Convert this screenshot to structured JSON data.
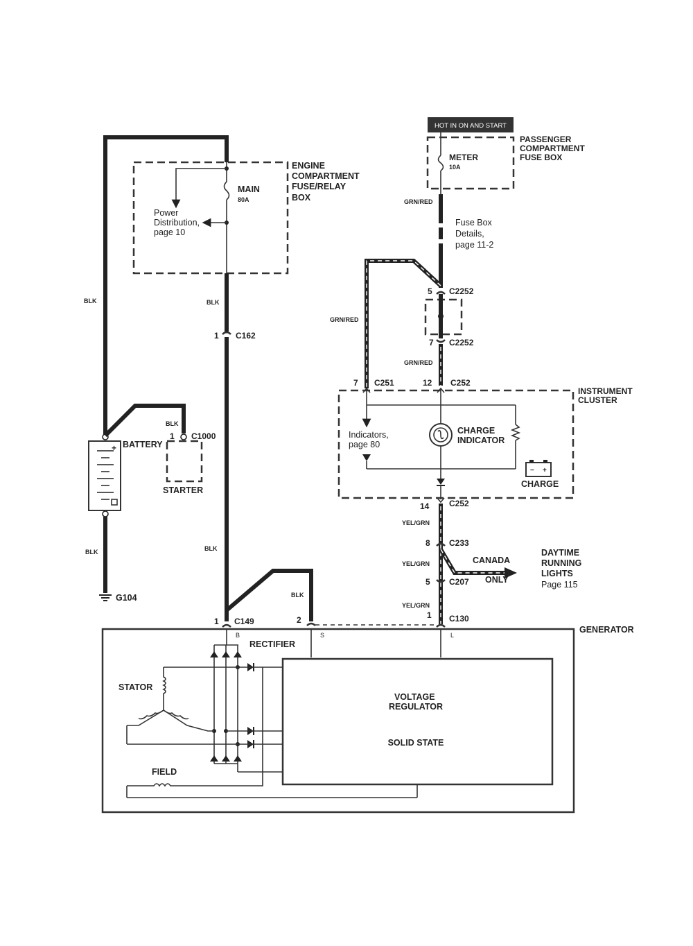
{
  "header": {
    "hot_label": "HOT IN ON AND START"
  },
  "fuse_boxes": {
    "passenger": {
      "line1": "PASSENGER",
      "line2": "COMPARTMENT",
      "line3": "FUSE BOX",
      "fuse_name": "METER",
      "fuse_rating": "10A"
    },
    "engine": {
      "line1": "ENGINE",
      "line2": "COMPARTMENT",
      "line3": "FUSE/RELAY",
      "line4": "BOX",
      "fuse_name": "MAIN",
      "fuse_rating": "80A"
    }
  },
  "notes": {
    "power_dist": [
      "Power",
      "Distribution,",
      "page 10"
    ],
    "fuse_details": [
      "Fuse Box",
      "Details,",
      "page 11-2"
    ],
    "indicators": [
      "Indicators,",
      "page 80"
    ]
  },
  "wires": {
    "blk": "BLK",
    "grn_red": "GRN/RED",
    "yel_grn": "YEL/GRN"
  },
  "connectors": {
    "c162": {
      "pin": "1",
      "name": "C162"
    },
    "c1000": {
      "pin": "1",
      "name": "C1000"
    },
    "c2252_top": {
      "pin": "5",
      "name": "C2252"
    },
    "c2252_bottom": {
      "pin": "7",
      "name": "C2252"
    },
    "c251": {
      "pin": "7",
      "name": "C251"
    },
    "c252_top": {
      "pin": "12",
      "name": "C252"
    },
    "c252_bottom": {
      "pin": "14",
      "name": "C252"
    },
    "c233": {
      "pin": "8",
      "name": "C233"
    },
    "c207": {
      "pin": "5",
      "name": "C207"
    },
    "c149": {
      "pin": "1",
      "name": "C149"
    },
    "gen_s": {
      "pin": "2"
    },
    "c130": {
      "pin": "1",
      "name": "C130"
    }
  },
  "components": {
    "battery": "BATTERY",
    "starter": "STARTER",
    "ground": "G104",
    "instrument_cluster": [
      "INSTRUMENT",
      "CLUSTER"
    ],
    "charge_indicator": [
      "CHARGE",
      "INDICATOR"
    ],
    "charge_icon_label": "CHARGE",
    "generator": "GENERATOR",
    "rectifier": "RECTIFIER",
    "stator": "STATOR",
    "field": "FIELD",
    "voltage_regulator": [
      "VOLTAGE",
      "REGULATOR"
    ],
    "solid_state": "SOLID STATE"
  },
  "terminals": {
    "b": "B",
    "s": "S",
    "l": "L"
  },
  "drl": {
    "canada": "CANADA",
    "only": "ONLY",
    "title": [
      "DAYTIME",
      "RUNNING",
      "LIGHTS"
    ],
    "page": "Page 115"
  },
  "icons": [
    "fuse-icon",
    "battery-icon",
    "ground-icon",
    "lamp-icon",
    "diode-icon",
    "coil-icon",
    "connector-icon",
    "arrow-icon"
  ]
}
